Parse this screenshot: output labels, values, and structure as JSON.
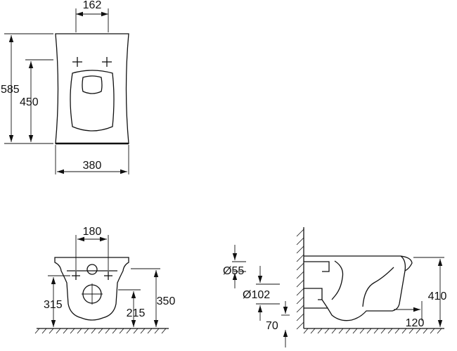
{
  "top_view": {
    "dimensions": {
      "outlet_offset": "162",
      "overall_length": "585",
      "fixing_length": "450",
      "overall_width": "380"
    }
  },
  "front_view": {
    "dimensions": {
      "fixing_spacing": "180",
      "fixing_height": "315",
      "overall_height": "350",
      "outlet_height": "215"
    }
  },
  "side_view": {
    "dimensions": {
      "inlet_diameter": "Ø55",
      "outlet_diameter": "Ø102",
      "floor_clearance": "70",
      "rim_height": "410",
      "outlet_projection": "120"
    }
  }
}
